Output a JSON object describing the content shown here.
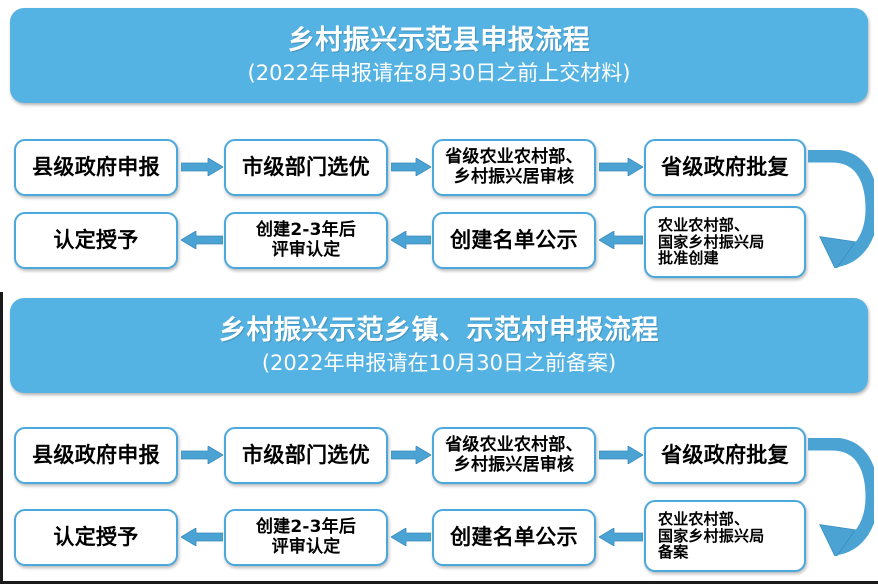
{
  "colors": {
    "banner_blue": "#55b3e3",
    "box_border": "#4ba8dc",
    "arrow_blue": "#4ba3d3",
    "arrow_blue_dark": "#3a8cbd",
    "text_dark": "#000000",
    "banner_text": "#ffffff"
  },
  "sections": [
    {
      "id": "county",
      "banner": {
        "title": "乡村振兴示范县申报流程",
        "subtitle": "(2022年申报请在8月30日之前上交材料)"
      },
      "row1": [
        {
          "id": "county-apply",
          "text": "县级政府申报"
        },
        {
          "id": "city-select",
          "text": "市级部门选优"
        },
        {
          "id": "province-review",
          "text": "省级农业农村部、\n乡村振兴居审核"
        },
        {
          "id": "province-reply",
          "text": "省级政府批复"
        }
      ],
      "row2": [
        {
          "id": "award",
          "text": "认定授予"
        },
        {
          "id": "review-2to3yr",
          "text": "创建2-3年后\n评审认定"
        },
        {
          "id": "publicity",
          "text": "创建名单公示"
        },
        {
          "id": "ministry-approve",
          "text": "农业农村部、\n国家乡村振兴局\n批准创建"
        }
      ],
      "arrows": [
        {
          "id": "a1",
          "dir": "right"
        },
        {
          "id": "a2",
          "dir": "right"
        },
        {
          "id": "a3",
          "dir": "right"
        },
        {
          "id": "a4",
          "dir": "curve-down-left"
        },
        {
          "id": "a5",
          "dir": "left"
        },
        {
          "id": "a6",
          "dir": "left"
        },
        {
          "id": "a7",
          "dir": "left"
        }
      ]
    },
    {
      "id": "town-village",
      "banner": {
        "title": "乡村振兴示范乡镇、示范村申报流程",
        "subtitle": "(2022年申报请在10月30日之前备案)"
      },
      "row1": [
        {
          "id": "county-apply-2",
          "text": "县级政府申报"
        },
        {
          "id": "city-select-2",
          "text": "市级部门选优"
        },
        {
          "id": "province-review-2",
          "text": "省级农业农村部、\n乡村振兴居审核"
        },
        {
          "id": "province-reply-2",
          "text": "省级政府批复"
        }
      ],
      "row2": [
        {
          "id": "award-2",
          "text": "认定授予"
        },
        {
          "id": "review-2to3yr-2",
          "text": "创建2-3年后\n评审认定"
        },
        {
          "id": "publicity-2",
          "text": "创建名单公示"
        },
        {
          "id": "ministry-record",
          "text": "农业农村部、\n国家乡村振兴局\n备案"
        }
      ],
      "arrows": [
        {
          "id": "b1",
          "dir": "right"
        },
        {
          "id": "b2",
          "dir": "right"
        },
        {
          "id": "b3",
          "dir": "right"
        },
        {
          "id": "b4",
          "dir": "curve-down-left"
        },
        {
          "id": "b5",
          "dir": "left"
        },
        {
          "id": "b6",
          "dir": "left"
        },
        {
          "id": "b7",
          "dir": "left"
        }
      ]
    }
  ]
}
